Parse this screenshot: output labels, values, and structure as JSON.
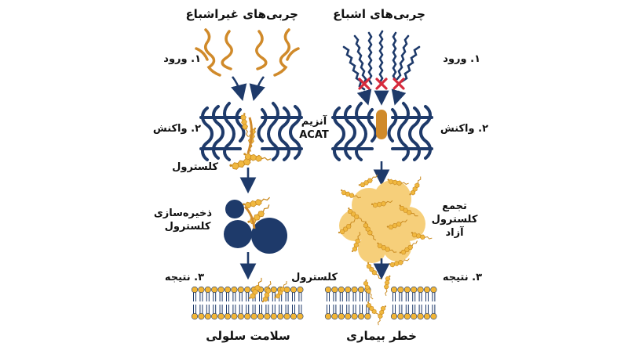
{
  "columns": {
    "left": {
      "title": "چربی‌های غیراشباع",
      "step1": "۱. ورود",
      "step2": "۲. واکنش",
      "cholesterol": "کلسترول",
      "storage": "ذخیره‌سازی کلسترول",
      "step3": "۳. نتیجه",
      "membrane_label": "کلسترول",
      "outcome": "سلامت سلولی"
    },
    "right": {
      "title": "چربی‌های اشباع",
      "step1": "۱. ورود",
      "step2": "۲. واکنش",
      "aggregation": "تجمع کلسترول آزاد",
      "step3": "۳. نتیجه",
      "outcome": "خطر بیماری"
    }
  },
  "center": {
    "enzyme_fa": "آنزیم",
    "enzyme_en": "ACAT"
  },
  "colors": {
    "navy": "#1e3a6a",
    "lipid_orange": "#d08a2a",
    "cholesterol_yellow": "#f0b840",
    "block_red": "#d62a3c",
    "cloud": "#f6cf7a"
  },
  "icons": [
    "unsaturated-fatty-acid-icon",
    "saturated-fatty-acid-icon",
    "acat-enzyme-icon",
    "block-x-icon",
    "cholesterol-molecule-icon",
    "lipid-droplet-icon",
    "membrane-bilayer-icon",
    "flow-arrow-icon"
  ]
}
